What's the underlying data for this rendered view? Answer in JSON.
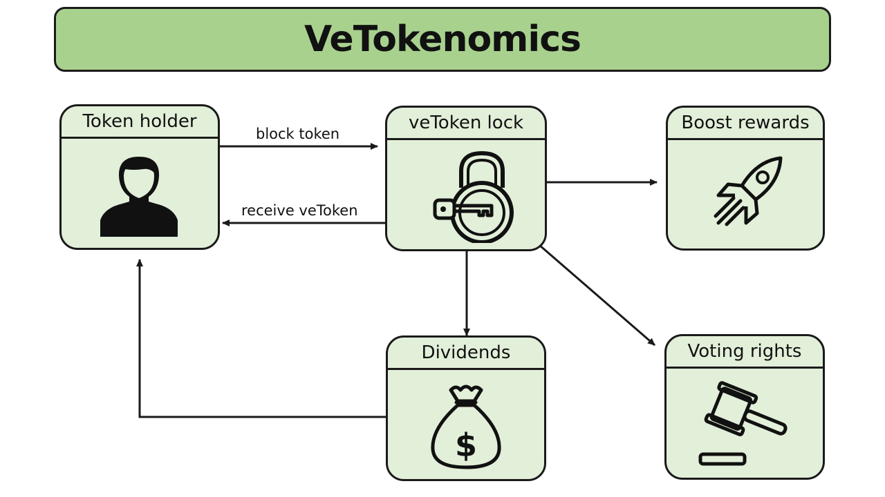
{
  "title": "VeTokenomics",
  "nodes": {
    "token_holder": {
      "label": "Token holder",
      "icon": "user-icon"
    },
    "vetoken_lock": {
      "label": "veToken lock",
      "icon": "padlock-key-icon"
    },
    "boost_rewards": {
      "label": "Boost rewards",
      "icon": "rocket-icon"
    },
    "dividends": {
      "label": "Dividends",
      "icon": "money-bag-icon"
    },
    "voting_rights": {
      "label": "Voting rights",
      "icon": "gavel-icon"
    }
  },
  "edges": {
    "block_token": "block token",
    "receive_vetoken": "receive veToken"
  },
  "colors": {
    "title_fill": "#a9d18e",
    "node_fill": "#e2efd9",
    "stroke": "#1a1a1a"
  }
}
